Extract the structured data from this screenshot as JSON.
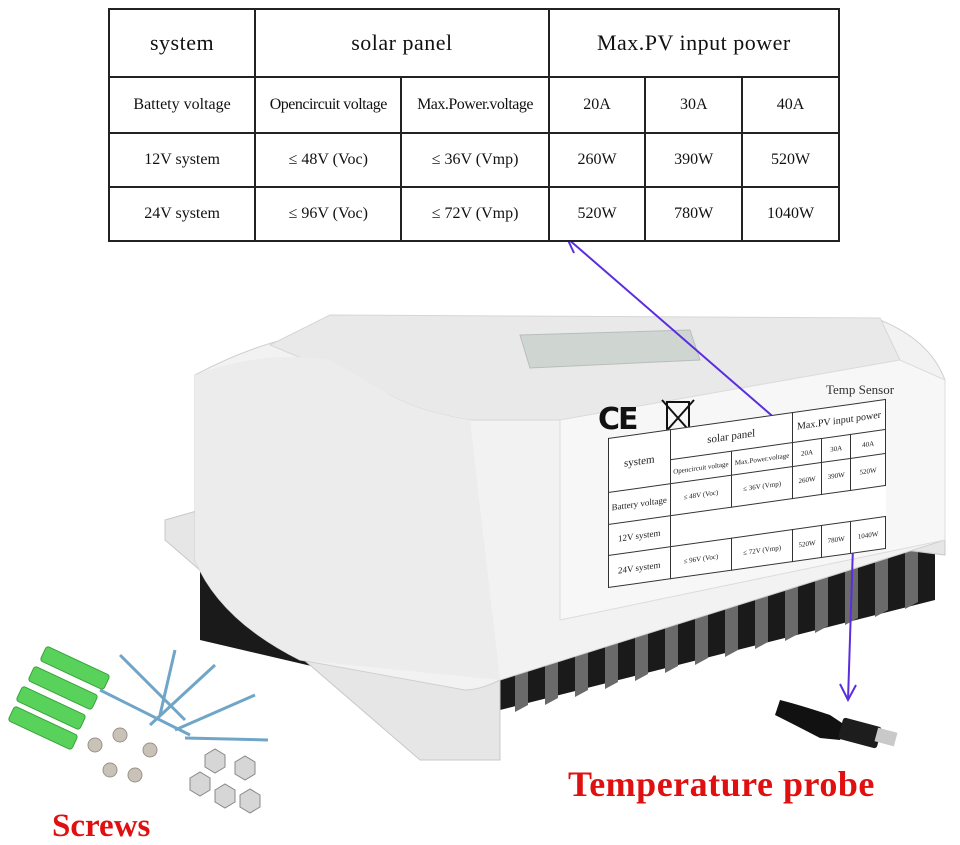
{
  "spec_table": {
    "header": {
      "system": "system",
      "solar_panel": "solar panel",
      "max_pv": "Max.PV input power"
    },
    "subheader": {
      "battery_voltage": "Battety voltage",
      "open_circuit": "Opencircuit voltage",
      "max_power_voltage": "Max.Power.voltage",
      "current_20a": "20A",
      "current_30a": "30A",
      "current_40a": "40A"
    },
    "rows": [
      {
        "system": "12V system",
        "voc": "≤ 48V (Voc)",
        "vmp": "≤ 36V (Vmp)",
        "p20": "260W",
        "p30": "390W",
        "p40": "520W"
      },
      {
        "system": "24V system",
        "voc": "≤ 96V (Voc)",
        "vmp": "≤ 72V (Vmp)",
        "p20": "520W",
        "p30": "780W",
        "p40": "1040W"
      }
    ]
  },
  "device": {
    "temp_sensor_label": "Temp Sensor",
    "ce_mark": "CE",
    "label_table": {
      "system": "system",
      "solar_panel": "solar panel",
      "max_pv": "Max.PV input power",
      "battery_voltage": "Battery voltage",
      "open_circuit": "Opencircuit voltage",
      "max_power_voltage": "Max.Power.voltage",
      "c20": "20A",
      "c30": "30A",
      "c40": "40A",
      "r1": {
        "system": "12V system",
        "voc": "≤ 48V (Voc)",
        "vmp": "≤ 36V (Vmp)",
        "p20": "260W",
        "p30": "390W",
        "p40": "520W"
      },
      "r2": {
        "system": "24V system",
        "voc": "≤ 96V (Voc)",
        "vmp": "≤ 72V (Vmp)",
        "p20": "520W",
        "p30": "780W",
        "p40": "1040W"
      }
    }
  },
  "captions": {
    "probe": "Temperature probe",
    "screws": "Screws"
  },
  "colors": {
    "caption_red": "#e01010",
    "arrow_purple": "#5a2ee0",
    "device_white": "#f2f2f2",
    "heatsink_black": "#1a1a1a",
    "anchor_green": "#5cd05c"
  }
}
